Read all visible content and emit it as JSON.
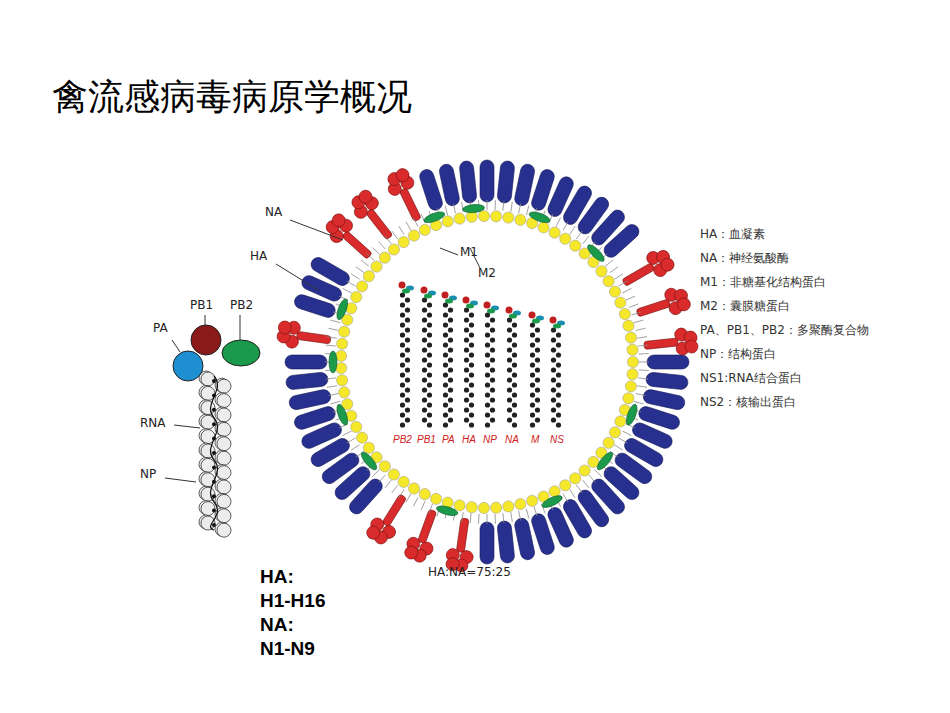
{
  "diagram": {
    "title": "禽流感病毒病原学概况",
    "labels": [
      "NA",
      "HA",
      "M1",
      "M2",
      "PA",
      "PB1",
      "PB2",
      "RNA",
      "NP",
      "PB2",
      "PB1",
      "PA",
      "HA",
      "NP",
      "NA",
      "M",
      "NS",
      "HA:NA=75:25",
      "HA：血凝素",
      "NA：神经氨酸酶",
      "M1：非糖基化结构蛋白",
      "M2：囊膜糖蛋白",
      "PA、PB1、PB2：多聚酶复合物",
      "NP：结构蛋白",
      "NS1:RNA结合蛋白",
      "NS2：核输出蛋白",
      "HA:",
      "H1-H16",
      "NA:",
      "N1-N9"
    ]
  }
}
